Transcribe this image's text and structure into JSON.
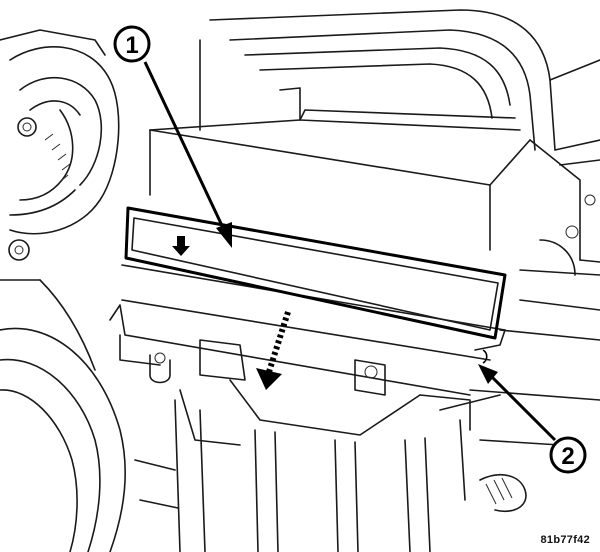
{
  "callouts": [
    {
      "id": "1",
      "label": "1"
    },
    {
      "id": "2",
      "label": "2"
    }
  ],
  "reference_code": "81b77f42",
  "colors": {
    "ink": "#000000",
    "background": "#ffffff"
  }
}
